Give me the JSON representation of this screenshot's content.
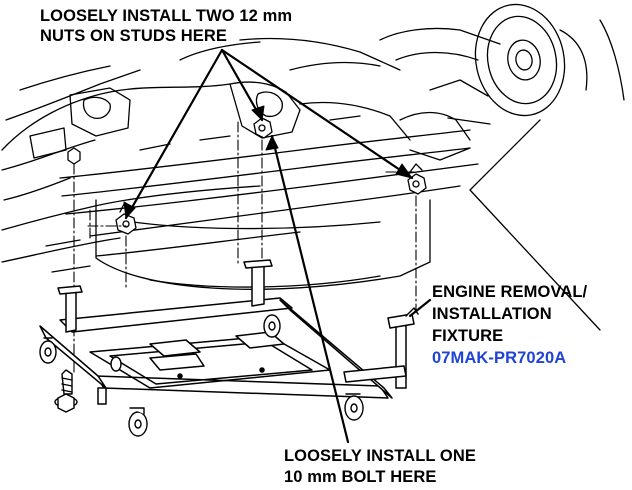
{
  "labels": {
    "top_line1": "LOOSELY INSTALL TWO 12 mm",
    "top_line2": "NUTS ON STUDS HERE",
    "fixture_line1": "ENGINE REMOVAL/",
    "fixture_line2": "INSTALLATION",
    "fixture_line3": "FIXTURE",
    "fixture_part_number": "07MAK-PR7020A",
    "bottom_line1": "LOOSELY INSTALL ONE",
    "bottom_line2": "10 mm BOLT HERE"
  },
  "colors": {
    "ink": "#000000",
    "part_number": "#1f43d6",
    "background": "#ffffff"
  }
}
